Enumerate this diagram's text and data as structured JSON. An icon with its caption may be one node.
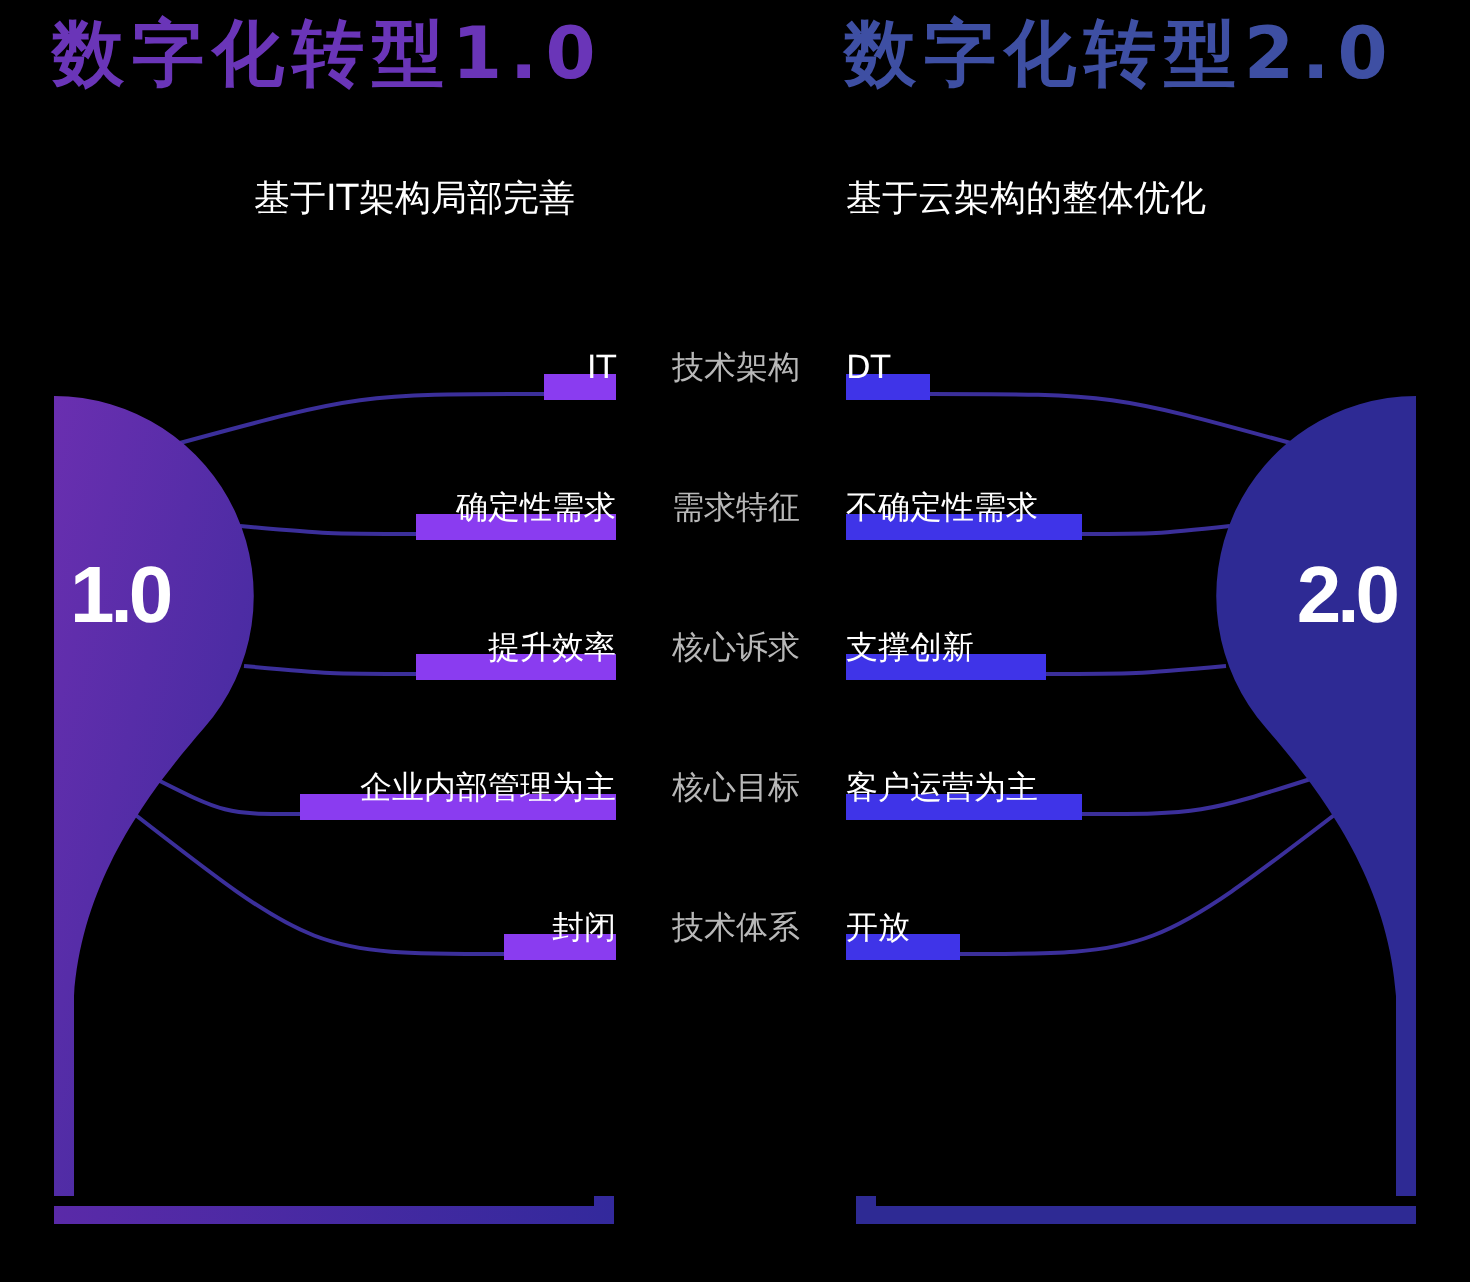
{
  "diagram": {
    "nodes": [
      {
        "text": [
          "1.0"
        ]
      },
      {
        "text": [
          "2.0"
        ]
      },
      {
        "text": [
          "IT"
        ]
      },
      {
        "text": [
          "确定性需求"
        ]
      },
      {
        "text": [
          "提升效率"
        ]
      },
      {
        "text": [
          "企业内部管理为主"
        ]
      },
      {
        "text": [
          "封闭"
        ]
      },
      {
        "text": [
          "DT"
        ]
      },
      {
        "text": [
          "不确定性需求"
        ]
      },
      {
        "text": [
          "支撑创新"
        ]
      },
      {
        "text": [
          "客户运营为主"
        ]
      },
      {
        "text": [
          "开放"
        ]
      },
      {
        "text": [],
        "shape": "bracket"
      },
      {
        "text": [],
        "shape": "bracket"
      }
    ],
    "edges": [
      {
        "from": 0,
        "to": 2,
        "arrow": "none"
      },
      {
        "from": 0,
        "to": 3,
        "arrow": "none"
      },
      {
        "from": 0,
        "to": 4,
        "arrow": "none"
      },
      {
        "from": 0,
        "to": 5,
        "arrow": "none"
      },
      {
        "from": 0,
        "to": 6,
        "arrow": "none"
      },
      {
        "from": 1,
        "to": 7,
        "arrow": "none"
      },
      {
        "from": 1,
        "to": 8,
        "arrow": "none"
      },
      {
        "from": 1,
        "to": 9,
        "arrow": "none"
      },
      {
        "from": 1,
        "to": 10,
        "arrow": "none"
      },
      {
        "from": 1,
        "to": 11,
        "arrow": "none"
      }
    ],
    "labels": [
      "数字化转型1.0",
      "数字化转型2.0",
      "基于IT架构局部完善",
      "基于云架构的整体优化",
      "技术架构",
      "需求特征",
      "核心诉求",
      "核心目标",
      "技术体系"
    ]
  }
}
